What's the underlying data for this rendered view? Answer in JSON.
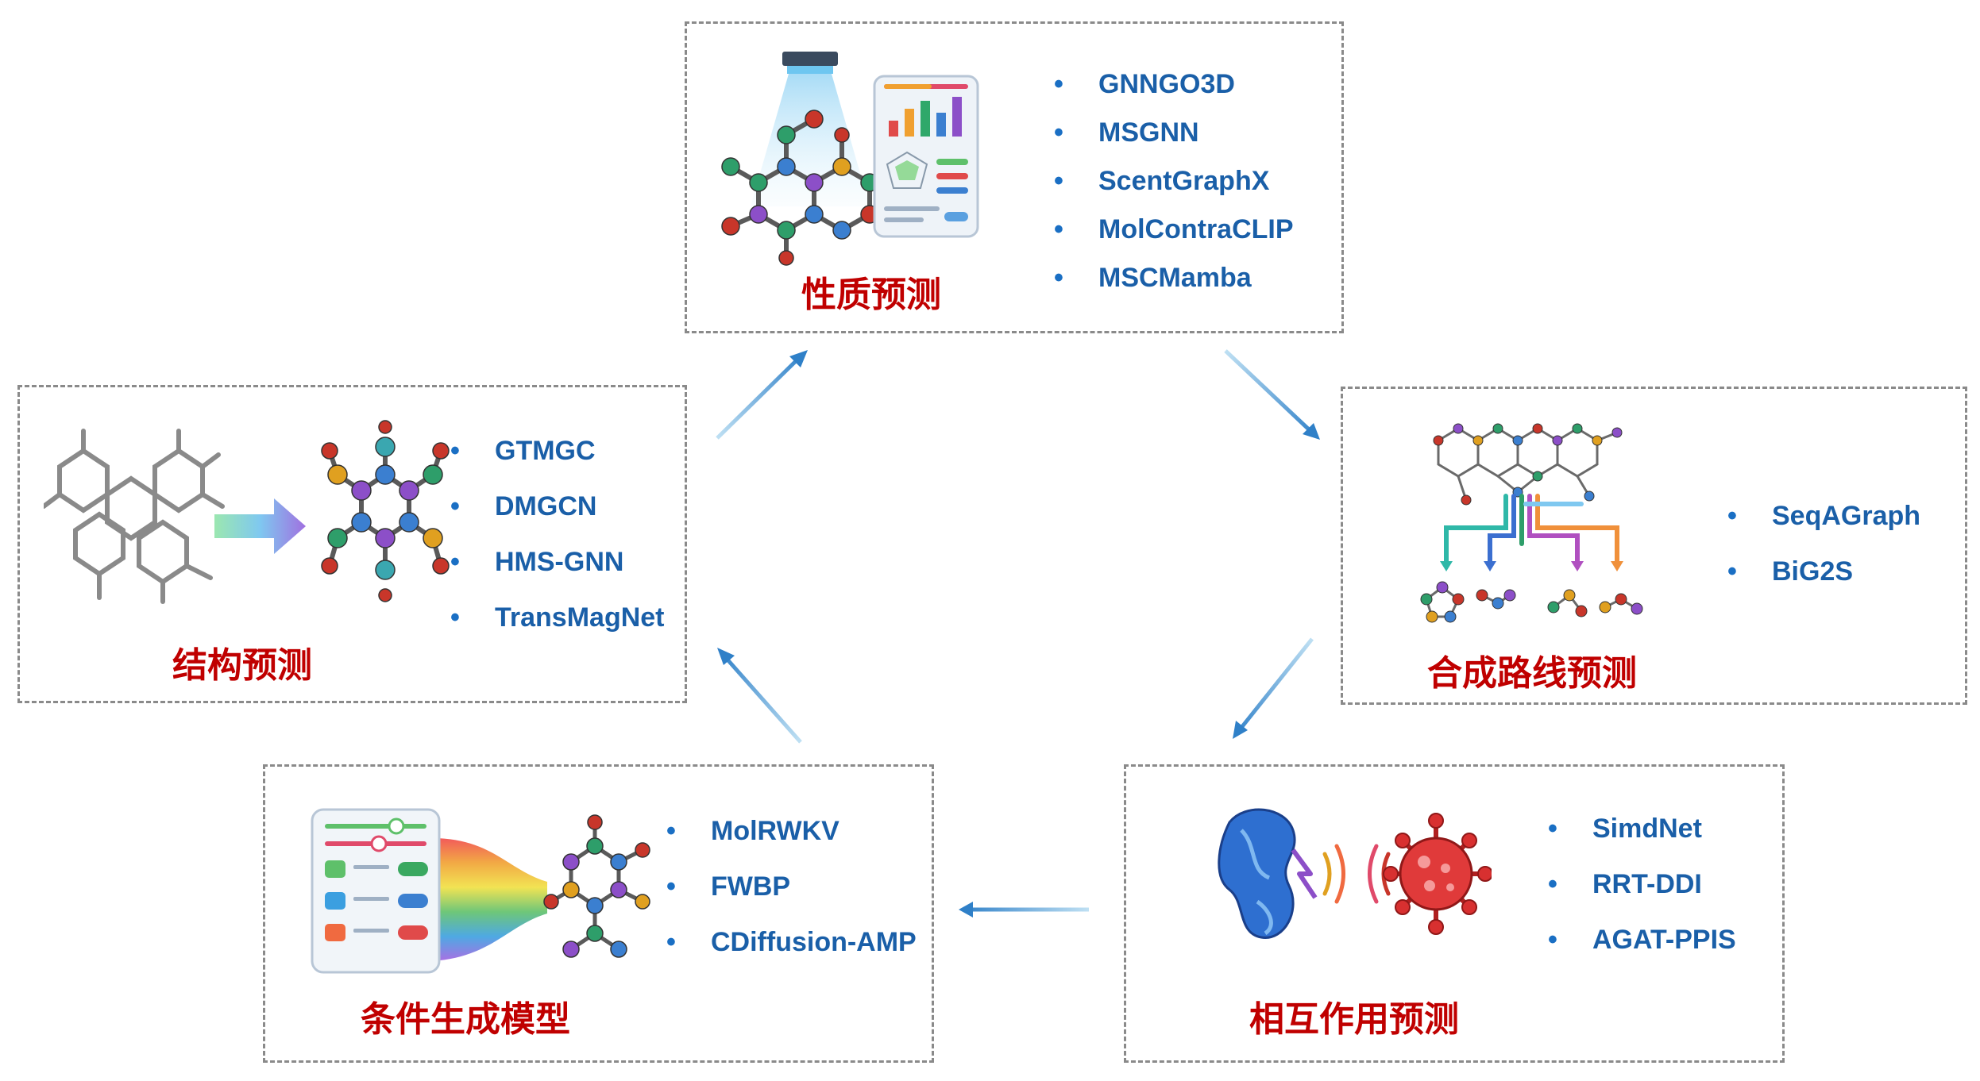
{
  "modules": {
    "property": {
      "title": "性质预测",
      "items": [
        "GNNGO3D",
        "MSGNN",
        "ScentGraphX",
        "MolContraCLIP",
        "MSCMamba"
      ]
    },
    "structure": {
      "title": "结构预测",
      "items": [
        "GTMGC",
        "DMGCN",
        "HMS-GNN",
        "TransMagNet"
      ]
    },
    "synthesis": {
      "title": "合成路线预测",
      "items": [
        "SeqAGraph",
        "BiG2S"
      ]
    },
    "interaction": {
      "title": "相互作用预测",
      "items": [
        "SimdNet",
        "RRT-DDI",
        "AGAT-PPIS"
      ]
    },
    "generation": {
      "title": "条件生成模型",
      "items": [
        "MolRWKV",
        "FWBP",
        "CDiffusion-AMP"
      ]
    }
  },
  "colors": {
    "title": "#c00000",
    "item": "#1a5fa8",
    "arrow": "#2f80c8",
    "border": "#8a8a8a"
  },
  "icons": [
    "molecule-spotlight-icon",
    "report-chart-icon",
    "molecule-transform-icon",
    "retrosynthesis-tree-icon",
    "protein-virus-icon",
    "control-panel-icon"
  ]
}
